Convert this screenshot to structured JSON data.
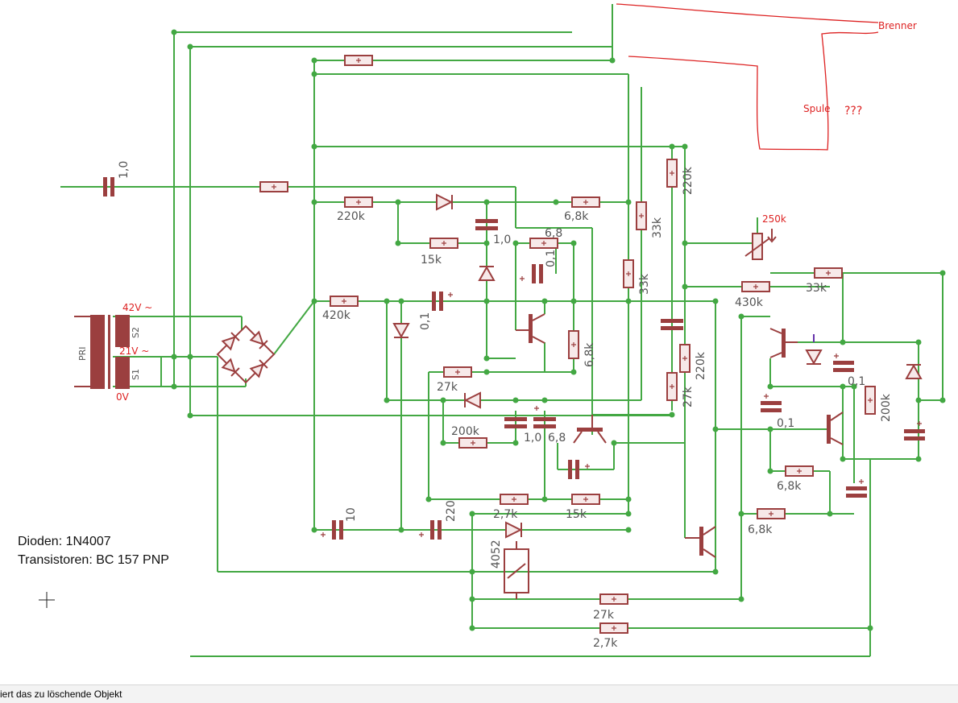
{
  "schematic": {
    "labels": {
      "c_input": "1,0",
      "r_220k_a": "220k",
      "r_6k8_a": "6,8k",
      "c_1_0_a": "1,0",
      "r_15k_a": "15k",
      "c_6_8_a": "6,8",
      "c_0_1_a": "0,1",
      "r_33k_a": "33k",
      "r_220k_b": "220k",
      "r_33k_b": "33k",
      "pot_250k": "250k",
      "r_33k_c": "33k",
      "r_430k": "430k",
      "r_420k": "420k",
      "c_0_1_b": "0,1",
      "r_6k8_b": "6,8k",
      "r_27k_a": "27k",
      "r_220k_c": "220k",
      "r_27k_b": "27k",
      "r_200k_a": "200k",
      "c_1_0_b": "1,0",
      "c_6_8_b": "6,8",
      "c_0_1_c": "0,1",
      "c_0_1_d": "0,1",
      "r_200k_b": "200k",
      "r_6k8_c": "6,8k",
      "r_6k8_d": "6,8k",
      "r_2k7_a": "2,7k",
      "r_15k_b": "15k",
      "c_10": "10",
      "c_220": "220",
      "relay": "4052",
      "r_27k_c": "27k",
      "r_2k7_b": "2,7k",
      "tr_pri": "PRI",
      "tr_s1": "S1",
      "tr_s2": "S2"
    },
    "annotations": {
      "v42": "42V ~",
      "v21": "21V ~",
      "v0": "0V",
      "brenner": "Brenner",
      "spule": "Spule",
      "question": "???"
    },
    "notes": {
      "diodes": "Dioden: 1N4007",
      "transistors": "Transistoren: BC 157  PNP"
    },
    "colors": {
      "wire": "#43a843",
      "component": "#9b3f3f",
      "annotation": "#d22222"
    }
  },
  "statusbar": {
    "text": "iert das zu löschende Objekt"
  }
}
